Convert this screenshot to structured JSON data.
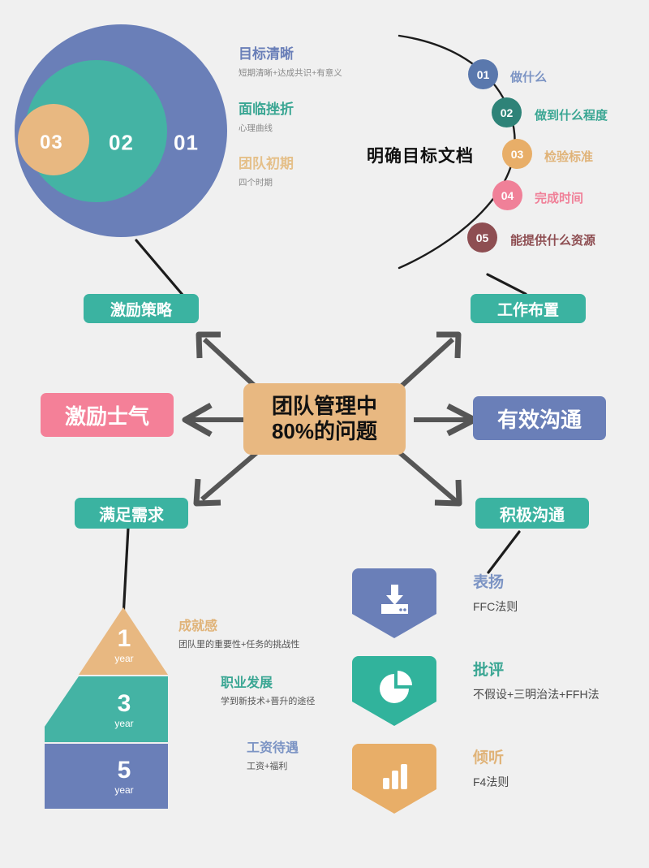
{
  "palette": {
    "bg": "#f0f0f0",
    "blue": "#6a7fb8",
    "teal": "#44b3a4",
    "orange": "#e8b881",
    "pink": "#f48098",
    "blue_dark": "#5a78ad",
    "teal_dark": "#2e8378",
    "orange_dark": "#e8ae68",
    "pink_dark": "#f08098",
    "maroon": "#8e4e52",
    "arrow": "#555555",
    "line": "#1c1c1c"
  },
  "venn": {
    "circles": [
      {
        "id": "c01",
        "label": "01",
        "color": "#6a7fb8"
      },
      {
        "id": "c02",
        "label": "02",
        "color": "#44b3a4"
      },
      {
        "id": "c03",
        "label": "03",
        "color": "#e8b881"
      }
    ],
    "legend": [
      {
        "title": "目标清晰",
        "sub": "短期清晰+达成共识+有意义",
        "color": "#6a7fb8"
      },
      {
        "title": "面临挫折",
        "sub": "心理曲线",
        "color": "#44b3a4"
      },
      {
        "title": "团队初期",
        "sub": "四个时期",
        "color": "#e8b881"
      }
    ]
  },
  "arc": {
    "title": "明确目标文档",
    "steps": [
      {
        "num": "01",
        "label": "做什么",
        "color": "#5a78ad"
      },
      {
        "num": "02",
        "label": "做到什么程度",
        "color": "#2e8378"
      },
      {
        "num": "03",
        "label": "检验标准",
        "color": "#e8ae68"
      },
      {
        "num": "04",
        "label": "完成时间",
        "color": "#f08098"
      },
      {
        "num": "05",
        "label": "能提供什么资源",
        "color": "#8e4e52"
      }
    ]
  },
  "mindmap": {
    "center": {
      "line1": "团队管理中",
      "line2": "80%的问题",
      "color": "#e8b881"
    },
    "nodes": [
      {
        "label": "激励策略",
        "color": "#3bb3a1"
      },
      {
        "label": "工作布置",
        "color": "#3bb3a1"
      },
      {
        "label": "激励士气",
        "color": "#f48098"
      },
      {
        "label": "有效沟通",
        "color": "#6a7fb8"
      },
      {
        "label": "满足需求",
        "color": "#3bb3a1"
      },
      {
        "label": "积极沟通",
        "color": "#3bb3a1"
      }
    ]
  },
  "pyramid": {
    "tiers": [
      {
        "num": "1",
        "unit": "year",
        "color": "#e8b881",
        "title": "成就感",
        "sub": "团队里的重要性+任务的挑战性"
      },
      {
        "num": "3",
        "unit": "year",
        "color": "#44b3a4",
        "title": "职业发展",
        "sub": "学到新技术+晋升的途径"
      },
      {
        "num": "5",
        "unit": "year",
        "color": "#6a7fb8",
        "title": "工资待遇",
        "sub": "工资+福利"
      }
    ]
  },
  "badges": [
    {
      "icon": "download-tray-icon",
      "color": "#6a7fb8",
      "title": "表扬",
      "sub": "FFC法则"
    },
    {
      "icon": "pie-chart-icon",
      "color": "#31b39c",
      "title": "批评",
      "sub": "不假设+三明治法+FFH法"
    },
    {
      "icon": "bar-chart-icon",
      "color": "#e8ae68",
      "title": "倾听",
      "sub": "F4法则"
    }
  ]
}
